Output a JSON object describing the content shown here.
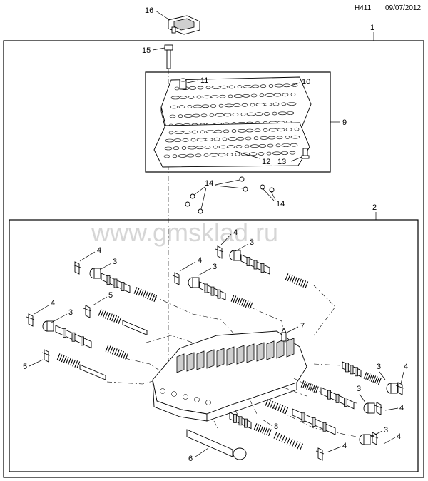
{
  "header": {
    "diagram_code": "H411",
    "date": "09/07/2012"
  },
  "watermark": "www.gmsklad.ru",
  "callouts": {
    "c1": "1",
    "c2": "2",
    "c3a": "3",
    "c3b": "3",
    "c3c": "3",
    "c3d": "3",
    "c3e": "3",
    "c3f": "3",
    "c3g": "3",
    "c4a": "4",
    "c4b": "4",
    "c4c": "4",
    "c4d": "4",
    "c4e": "4",
    "c4f": "4",
    "c4g": "4",
    "c4h": "4",
    "c5a": "5",
    "c5b": "5",
    "c6": "6",
    "c7": "7",
    "c8": "8",
    "c9": "9",
    "c10": "10",
    "c11": "11",
    "c12": "12",
    "c13": "13",
    "c14a": "14",
    "c14b": "14",
    "c15": "15",
    "c16": "16"
  }
}
